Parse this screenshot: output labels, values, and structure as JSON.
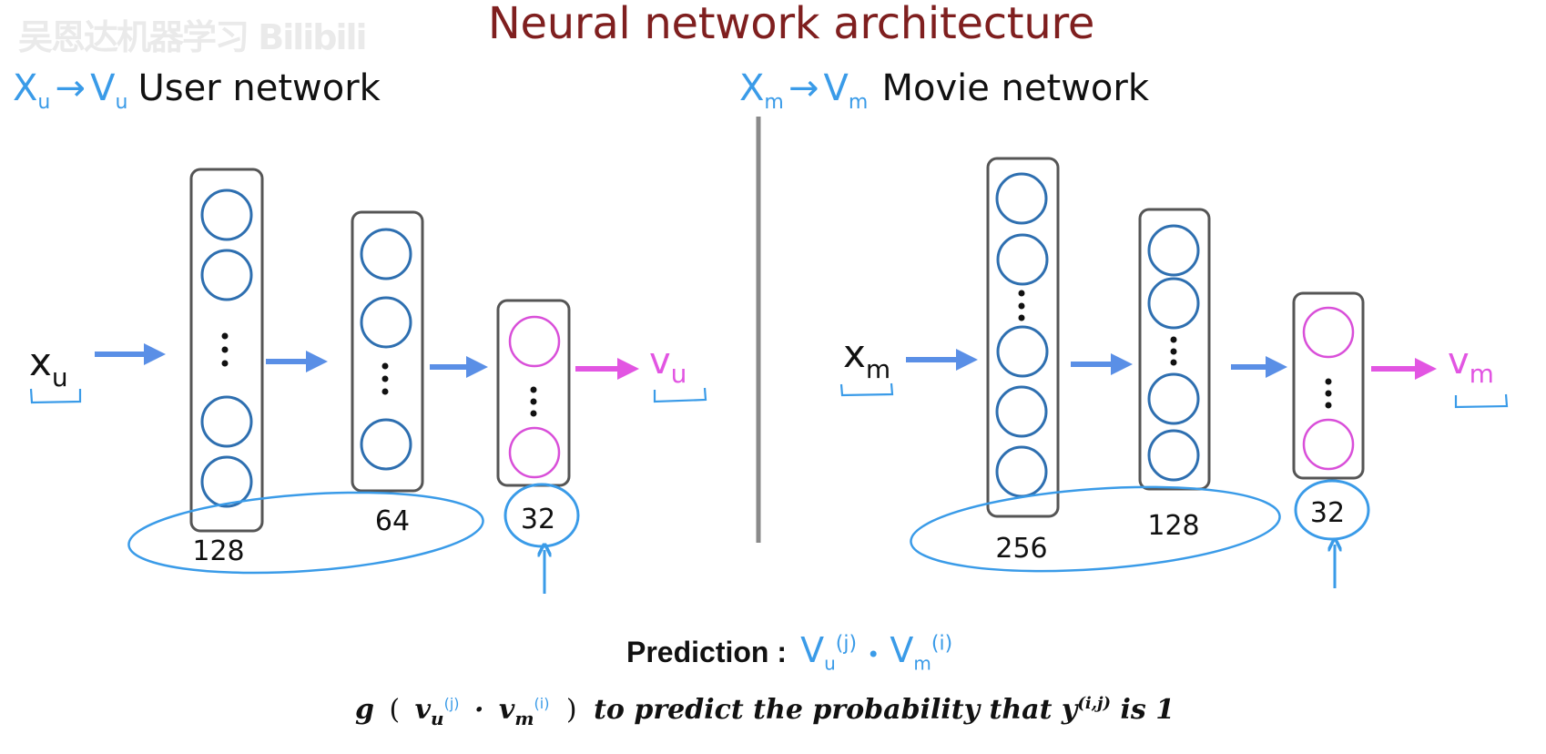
{
  "watermark": "吴恩达机器学习 Bilibili",
  "title": "Neural network architecture",
  "user_network": {
    "notation_x": "X",
    "notation_x_sub": "u",
    "notation_arrow": "→",
    "notation_v": "V",
    "notation_v_sub": "u",
    "heading": "User network",
    "input_label": "x",
    "input_sub": "u",
    "output_label": "v",
    "output_sub": "u",
    "layers": [
      {
        "units": "128",
        "units_value": 128,
        "output_layer": false
      },
      {
        "units": "64",
        "units_value": 64,
        "output_layer": false
      },
      {
        "units": "32",
        "units_value": 32,
        "output_layer": true
      }
    ]
  },
  "movie_network": {
    "notation_x": "X",
    "notation_x_sub": "m",
    "notation_arrow": "→",
    "notation_v": "V",
    "notation_v_sub": "m",
    "heading": "Movie network",
    "input_label": "x",
    "input_sub": "m",
    "output_label": "v",
    "output_sub": "m",
    "layers": [
      {
        "units": "256",
        "units_value": 256,
        "output_layer": false
      },
      {
        "units": "128",
        "units_value": 128,
        "output_layer": false
      },
      {
        "units": "32",
        "units_value": 32,
        "output_layer": true
      }
    ]
  },
  "prediction": {
    "label": "Prediction :",
    "term1": "V",
    "term1_sub": "u",
    "term1_sup": "(j)",
    "dot": "•",
    "term2": "V",
    "term2_sub": "m",
    "term2_sup": "(i)"
  },
  "formula": {
    "g": "g",
    "open": "(",
    "v1": "v",
    "v1_sub": "u",
    "v1_sup": "(j)",
    "cdot": "·",
    "v2": "v",
    "v2_sub": "m",
    "v2_sup": "(i)",
    "close": ")",
    "text": "to predict  the probability that",
    "y": "y",
    "y_sup": "(i,j)",
    "tail": "is 1"
  },
  "colors": {
    "title": "#7f1f1f",
    "neuron_hidden": "#2e6fb0",
    "neuron_output": "#d94fd9",
    "arrow_hidden": "#5a8fe6",
    "arrow_output": "#e255e2",
    "handwriting": "#3a9be8",
    "layer_box": "#555555",
    "divider": "#8a8a8a"
  }
}
